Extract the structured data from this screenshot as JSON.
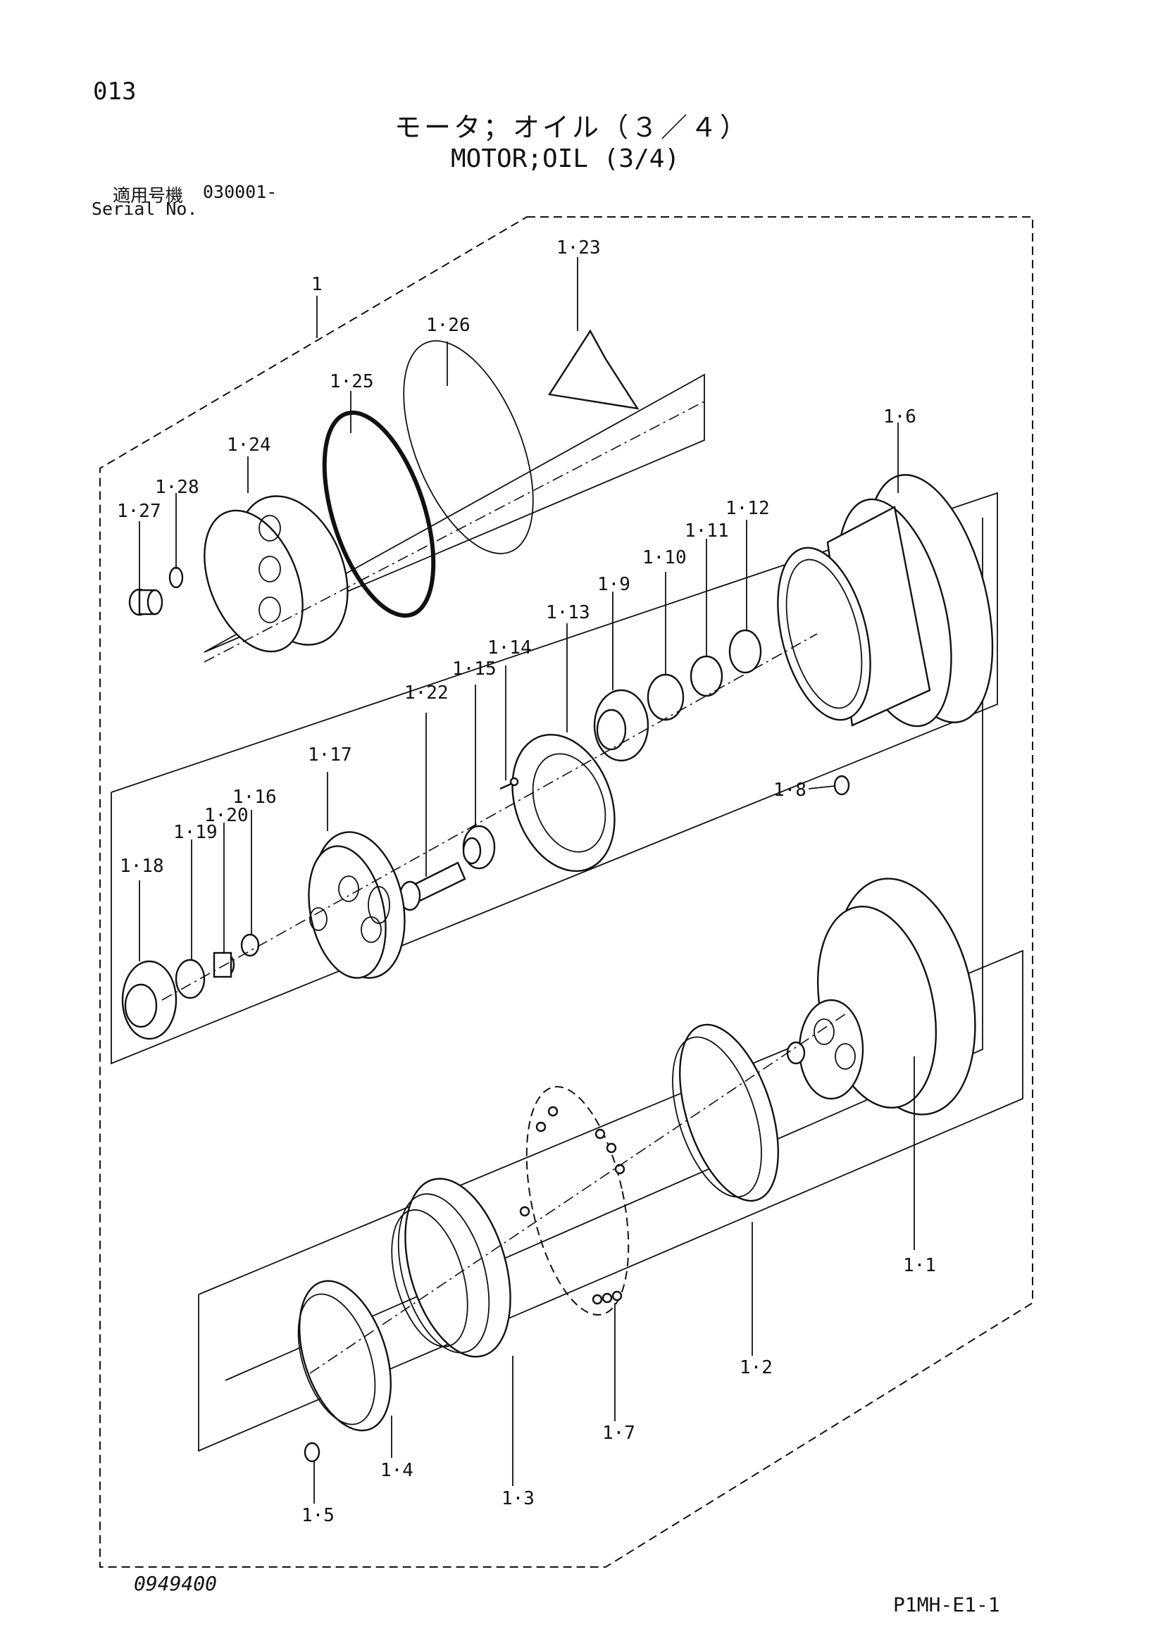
{
  "page_number": "013",
  "title_jp": "モータ；オイル（３／４）",
  "title_en": "MOTOR;OIL (3/4)",
  "serial": {
    "label_jp": "適用号機",
    "label_en": "Serial No.",
    "value": "030001-"
  },
  "drawing_number": "0949400",
  "sheet_code": "P1MH-E1-1",
  "parts": {
    "p1": "1",
    "p1_1": "1·1",
    "p1_2": "1·2",
    "p1_3": "1·3",
    "p1_4": "1·4",
    "p1_5": "1·5",
    "p1_6": "1·6",
    "p1_7": "1·7",
    "p1_8": "1·8",
    "p1_9": "1·9",
    "p1_10": "1·10",
    "p1_11": "1·11",
    "p1_12": "1·12",
    "p1_13": "1·13",
    "p1_14": "1·14",
    "p1_15": "1·15",
    "p1_16": "1·16",
    "p1_17": "1·17",
    "p1_18": "1·18",
    "p1_19": "1·19",
    "p1_20": "1·20",
    "p1_22": "1·22",
    "p1_23": "1·23",
    "p1_24": "1·24",
    "p1_25": "1·25",
    "p1_26": "1·26",
    "p1_27": "1·27",
    "p1_28": "1·28"
  }
}
